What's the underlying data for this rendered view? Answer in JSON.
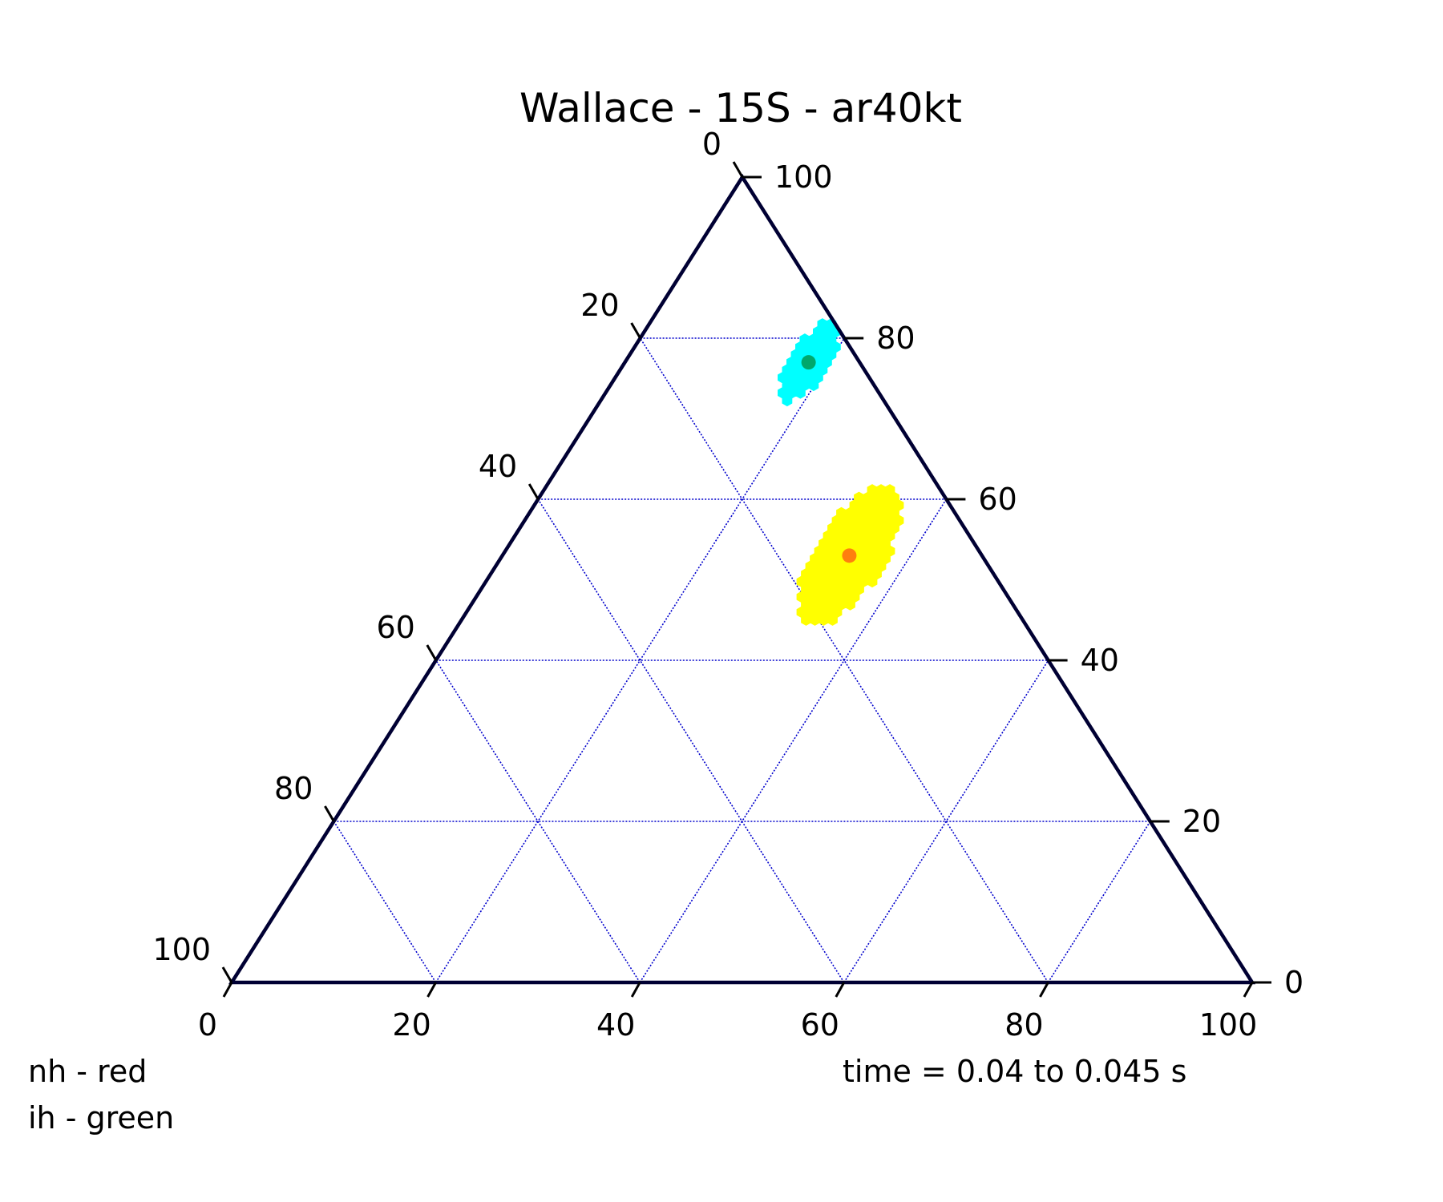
{
  "chart_data": {
    "type": "scatter",
    "subtype": "ternary",
    "title": "Wallace - 15S - ar40kt",
    "axes": {
      "bottom": {
        "ticks": [
          "0",
          "20",
          "40",
          "60",
          "80",
          "100"
        ]
      },
      "left": {
        "ticks": [
          "0",
          "20",
          "40",
          "60",
          "80",
          "100"
        ]
      },
      "right": {
        "ticks": [
          "0",
          "20",
          "40",
          "60",
          "80",
          "100"
        ]
      },
      "range": [
        0,
        100
      ],
      "grid": true
    },
    "series": [
      {
        "name": "ih",
        "color": "#00a86b",
        "cloud_color": "#00ffff",
        "point": {
          "bottom": 18,
          "right": 77,
          "left": 5
        },
        "cloud_spread": 4.5
      },
      {
        "name": "nh",
        "color": "#ff7f0e",
        "cloud_color": "#ffff00",
        "point": {
          "bottom": 34,
          "right": 53,
          "left": 13
        },
        "cloud_spread": 8
      }
    ],
    "legend": [
      "nh - red",
      "ih - green"
    ],
    "annotation": "time = 0.04 to 0.045 s",
    "colors": {
      "frame": "#000033",
      "grid": "#0000cc"
    }
  }
}
